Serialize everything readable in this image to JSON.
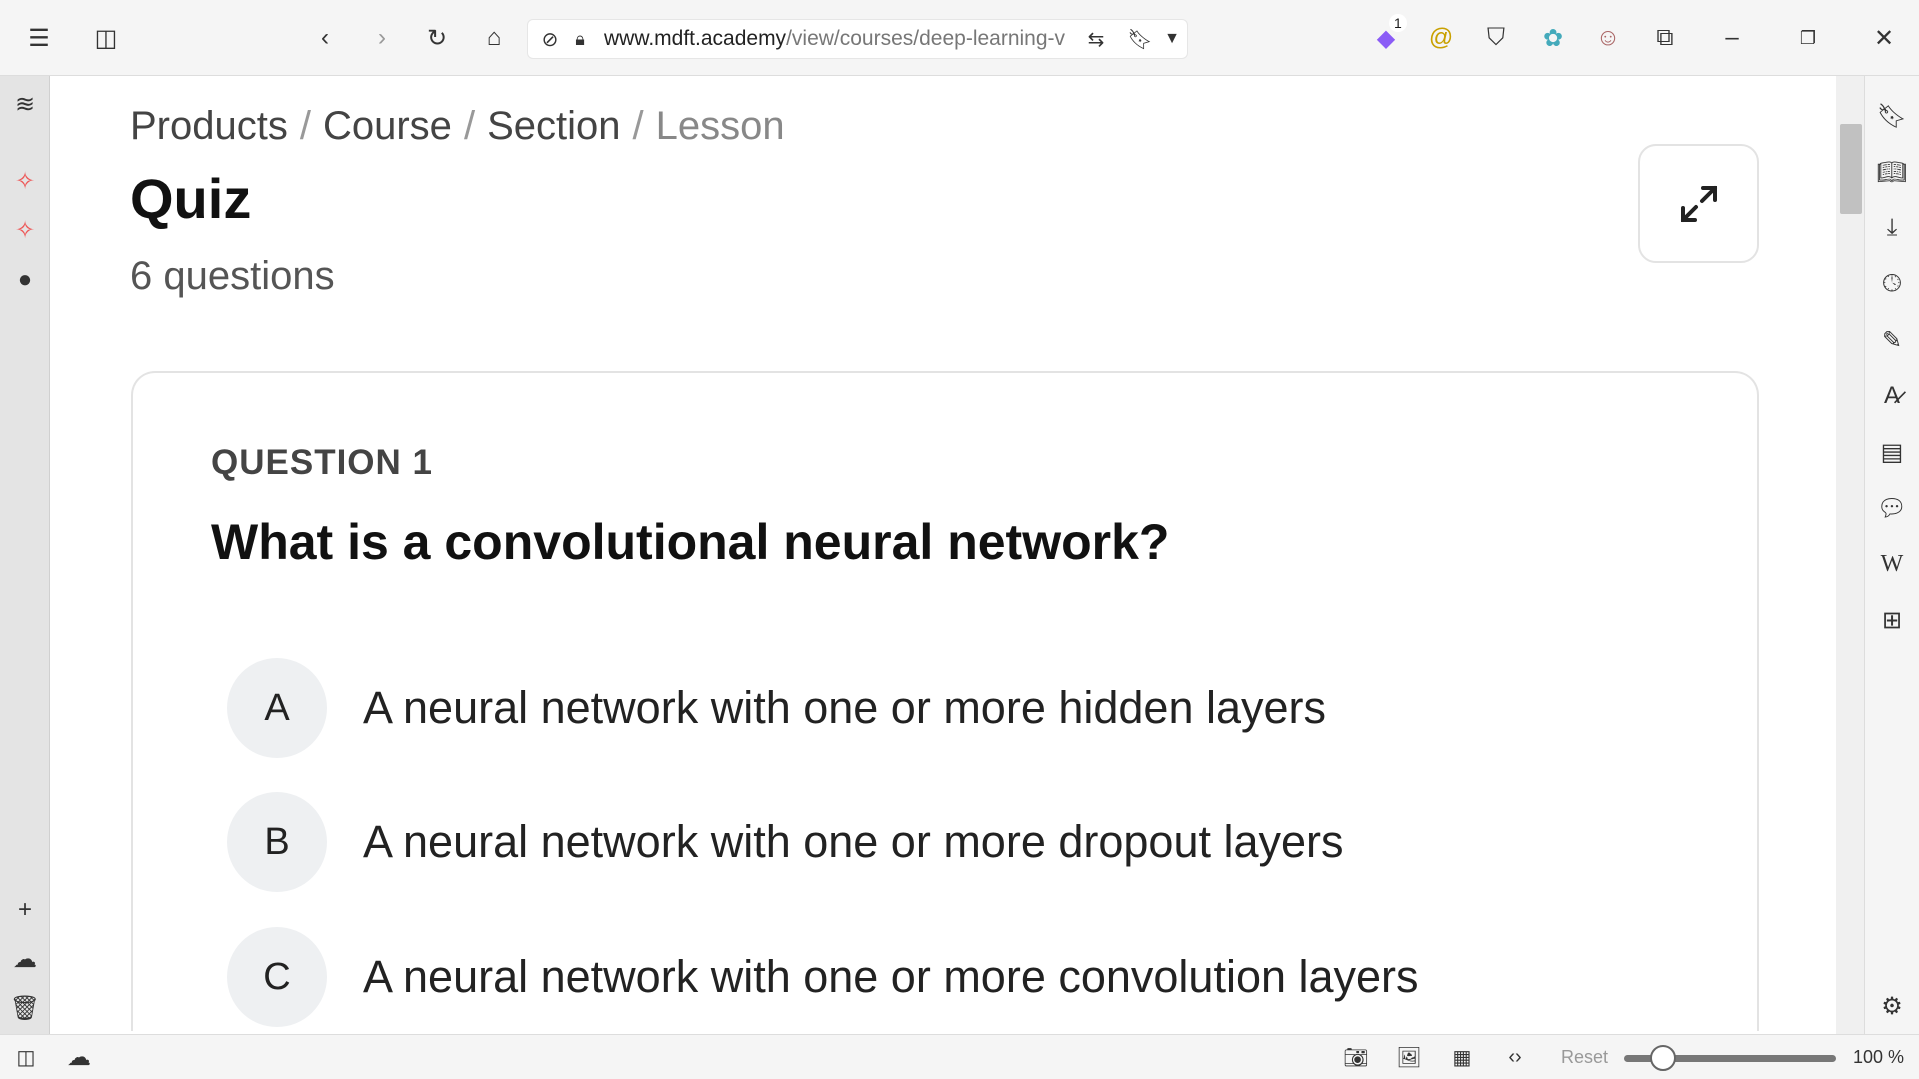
{
  "browser": {
    "url_domain": "www.mdft.academy",
    "url_path": "/view/courses/deep-learning-v",
    "extension_badge": "1",
    "zoom": "100 %",
    "reset": "Reset"
  },
  "page": {
    "breadcrumb": [
      "Products",
      "Course",
      "Section",
      "Lesson"
    ],
    "title": "Quiz",
    "question_count": "6 questions",
    "question": {
      "label": "QUESTION 1",
      "text": "What is a convolutional neural network?",
      "options": [
        {
          "letter": "A",
          "text": "A neural network with one or more hidden layers"
        },
        {
          "letter": "B",
          "text": "A neural network with one or more dropout layers"
        },
        {
          "letter": "C",
          "text": "A neural network with one or more convolution layers"
        }
      ]
    }
  }
}
